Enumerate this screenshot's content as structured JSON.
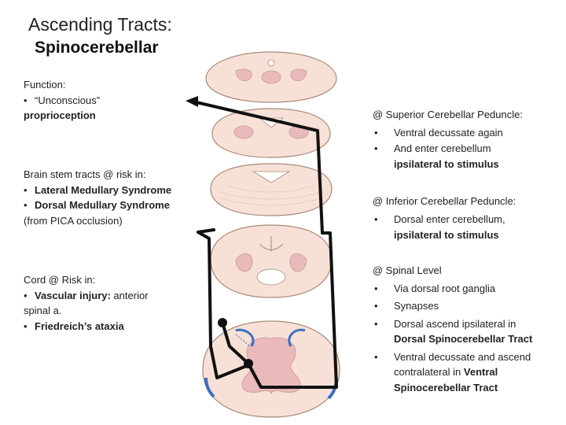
{
  "title": {
    "line1": "Ascending Tracts:",
    "line2": "Spinocerebellar"
  },
  "left": {
    "function": {
      "heading": "Function:",
      "bullet": "•",
      "item_quoted": "“Unconscious”",
      "item_rest": "proprioception"
    },
    "brainstem": {
      "heading": "Brain stem tracts @ risk in:",
      "bullet": "•",
      "item1": "Lateral Medullary Syndrome",
      "item2_bold": "Dorsal Medullary Syndrome",
      "item2_rest": " (from PICA occlusion)"
    },
    "cord": {
      "heading": "Cord @ Risk in:",
      "bullet": "•",
      "item1_bold": "Vascular injury:",
      "item1_rest": " anterior spinal a.",
      "item2": "Friedreich’s ataxia"
    }
  },
  "right": {
    "superior": {
      "heading": "@ Superior Cerebellar Peduncle:",
      "bullet": "•",
      "items": [
        "Ventral decussate again",
        "And enter cerebellum"
      ],
      "item2_bold": "ipsilateral to stimulus"
    },
    "inferior": {
      "heading": "@ Inferior Cerebellar Peduncle:",
      "bullet": "•",
      "item_text": "Dorsal enter cerebellum,",
      "item_bold": "ipsilateral to stimulus"
    },
    "spinal": {
      "heading": "@ Spinal Level",
      "bullet": "•",
      "item1": "Via dorsal root ganglia",
      "item2": "Synapses",
      "item3_text": "Dorsal ascend ipsilateral in",
      "item3_bold": "Dorsal Spinocerebellar Tract",
      "item4_text": "Ventral decussate and ascend contralateral in",
      "item4_bold1": "Ventral",
      "item4_bold2": "Spinocerebellar Tract"
    }
  },
  "colors": {
    "tissue_fill": "#f7e1d6",
    "tissue_outline": "#a88878",
    "gray_matter": "#eab9b9",
    "pathway": "#111111",
    "tract_blue": "#3b6fc4"
  }
}
